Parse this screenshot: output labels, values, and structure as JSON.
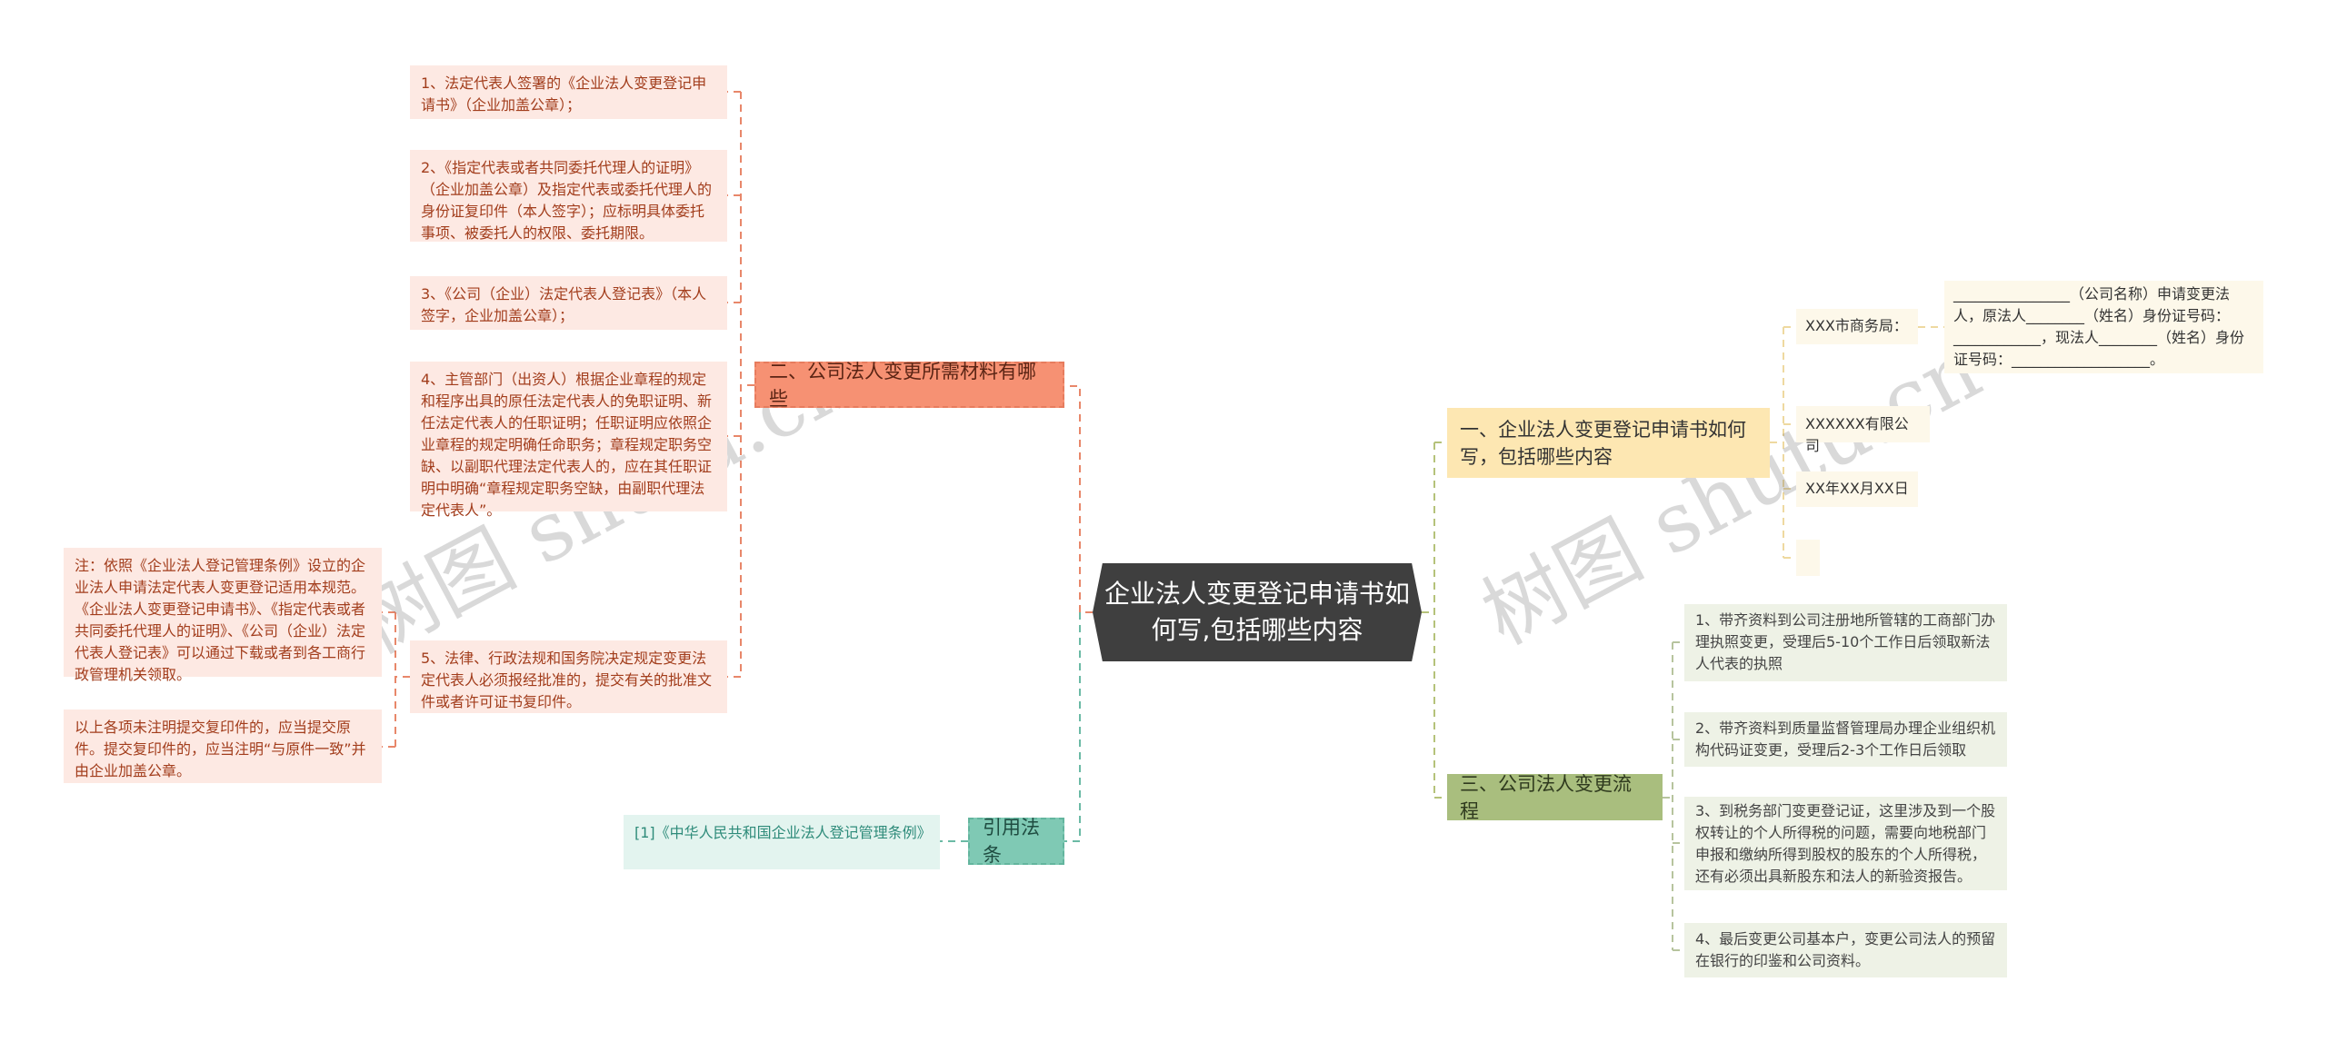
{
  "center": {
    "title": "企业法人变更登记申请书如何写,包括哪些内容"
  },
  "branch_materials": {
    "label": "二、公司法人变更所需材料有哪些",
    "color": "#f69173",
    "items": [
      "1、法定代表人签署的《企业法人变更登记申请书》（企业加盖公章）；",
      "2、《指定代表或者共同委托代理人的证明》（企业加盖公章）及指定代表或委托代理人的身份证复印件（本人签字）；应标明具体委托事项、被委托人的权限、委托期限。",
      "3、《公司（企业）法定代表人登记表》（本人签字，企业加盖公章）；",
      "4、主管部门（出资人）根据企业章程的规定和程序出具的原任法定代表人的免职证明、新任法定代表人的任职证明；任职证明应依照企业章程的规定明确任命职务；章程规定职务空缺、以副职代理法定代表人的，应在其任职证明中明确“章程规定职务空缺，由副职代理法定代表人”。",
      "5、法律、行政法规和国务院决定规定变更法定代表人必须报经批准的，提交有关的批准文件或者许可证书复印件。"
    ],
    "notes": [
      "注：依照《企业法人登记管理条例》设立的企业法人申请法定代表人变更登记适用本规范。《企业法人变更登记申请书》、《指定代表或者共同委托代理人的证明》、《公司（企业）法定代表人登记表》可以通过下载或者到各工商行政管理机关领取。",
      "以上各项未注明提交复印件的，应当提交原件。提交复印件的，应当注明“与原件一致”并由企业加盖公章。"
    ]
  },
  "branch_citation": {
    "label": "引用法条",
    "color": "#7fc9b4",
    "items": [
      "[1]《中华人民共和国企业法人登记管理条例》"
    ]
  },
  "branch_form": {
    "label": "一、企业法人变更登记申请书如何写，包括哪些内容",
    "color": "#fde7b2",
    "items": [
      "XXX市商务局：",
      "XXXXXX有限公司",
      "XX年XX月XX日",
      ""
    ],
    "body_text": "________________（公司名称）申请变更法人，原法人________（姓名）身份证号码：____________，现法人________（姓名）身份证号码：___________________。"
  },
  "branch_process": {
    "label": "三、公司法人变更流程",
    "color": "#a9be7e",
    "items": [
      "1、带齐资料到公司注册地所管辖的工商部门办理执照变更，受理后5-10个工作日后领取新法人代表的执照",
      "2、带齐资料到质量监督管理局办理企业组织机构代码证变更，受理后2-3个工作日后领取",
      "3、到税务部门变更登记证，这里涉及到一个股权转让的个人所得税的问题，需要向地税部门申报和缴纳所得到股权的股东的个人所得税，还有必须出具新股东和法人的新验资报告。",
      "4、最后变更公司基本户，变更公司法人的预留在银行的印鉴和公司资料。"
    ]
  },
  "watermark": "树图 shutu.cn"
}
